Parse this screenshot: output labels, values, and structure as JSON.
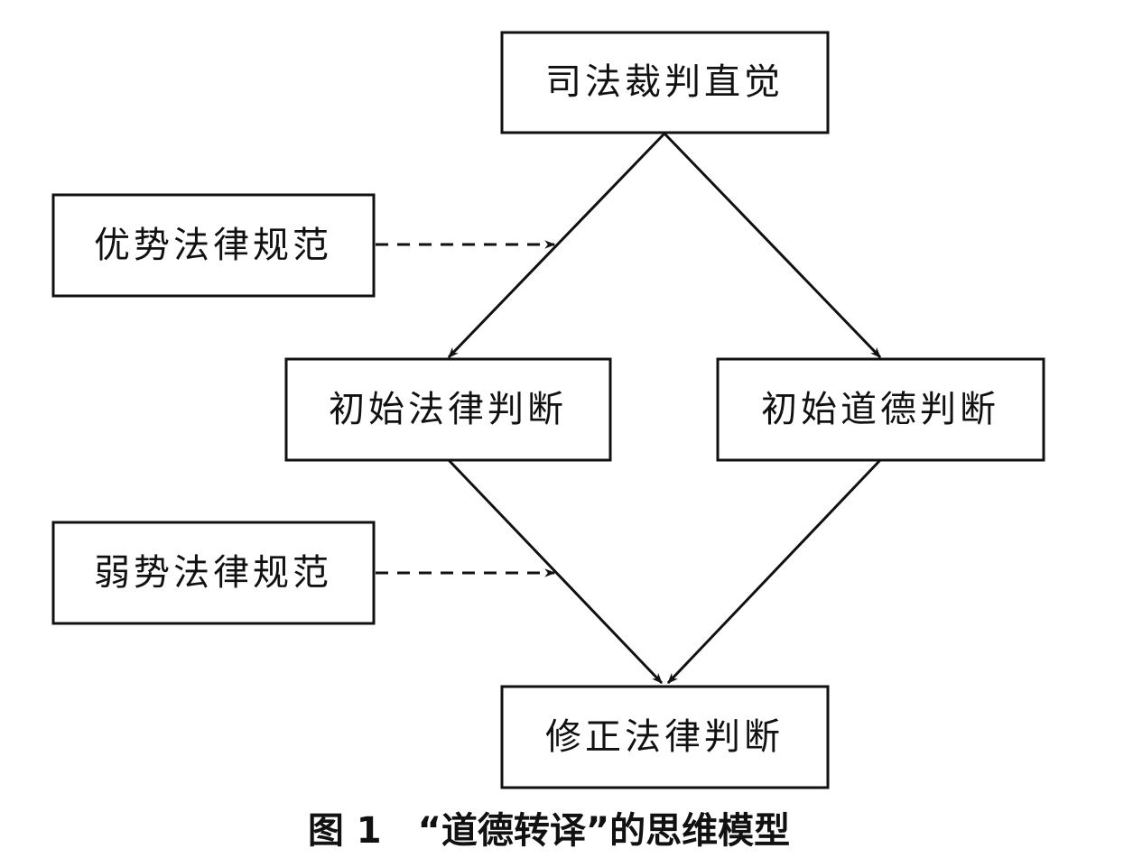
{
  "nodes": {
    "intuition": "司法裁判直觉",
    "dominant_norm": "优势法律规范",
    "initial_legal": "初始法律判断",
    "initial_moral": "初始道德判断",
    "weak_norm": "弱势法律规范",
    "revised_legal": "修正法律判断"
  },
  "caption": "图 1　“道德转译”的思维模型"
}
